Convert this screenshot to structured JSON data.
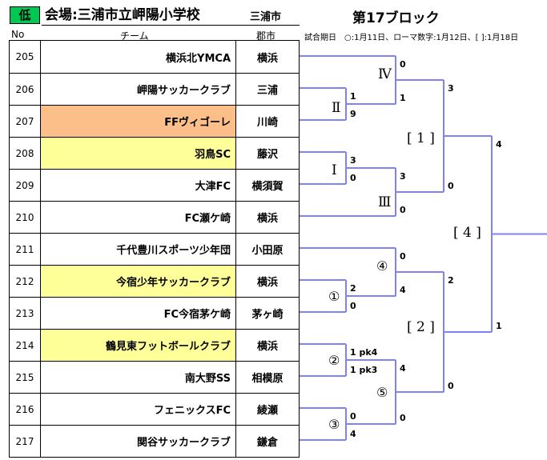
{
  "header": {
    "badge": "低",
    "venue": "会場:三浦市立岬陽小学校",
    "city": "三浦市",
    "block": "第17ブロック"
  },
  "columns": {
    "no": "No",
    "team": "チーム",
    "city": "郡市"
  },
  "legend": "試合期日　○:1月11日、ローマ数字:1月12日、[ ]:1月18日",
  "colors": {
    "line": "#8080ff",
    "orange": "#fcbf8a",
    "yellow": "#ffff99",
    "badge": "#00c853"
  },
  "teams": [
    {
      "no": "205",
      "name": "横浜北YMCA",
      "city": "横浜",
      "color": "#ffffff"
    },
    {
      "no": "206",
      "name": "岬陽サッカークラブ",
      "city": "三浦",
      "color": "#ffffff"
    },
    {
      "no": "207",
      "name": "FFヴィゴーレ",
      "city": "川崎",
      "color": "#fcbf8a"
    },
    {
      "no": "208",
      "name": "羽鳥SC",
      "city": "藤沢",
      "color": "#ffff99"
    },
    {
      "no": "209",
      "name": "大津FC",
      "city": "横須賀",
      "color": "#ffffff"
    },
    {
      "no": "210",
      "name": "FC瀬ケ崎",
      "city": "横浜",
      "color": "#ffffff"
    },
    {
      "no": "211",
      "name": "千代豊川スポーツ少年団",
      "city": "小田原",
      "color": "#ffffff"
    },
    {
      "no": "212",
      "name": "今宿少年サッカークラブ",
      "city": "横浜",
      "color": "#ffff99"
    },
    {
      "no": "213",
      "name": "FC今宿茅ケ崎",
      "city": "茅ヶ崎",
      "color": "#ffffff"
    },
    {
      "no": "214",
      "name": "鶴見東フットボールクラブ",
      "city": "横浜",
      "color": "#ffff99"
    },
    {
      "no": "215",
      "name": "南大野SS",
      "city": "相模原",
      "color": "#ffffff"
    },
    {
      "no": "216",
      "name": "フェニックスFC",
      "city": "綾瀬",
      "color": "#ffffff"
    },
    {
      "no": "217",
      "name": "関谷サッカークラブ",
      "city": "鎌倉",
      "color": "#ffffff"
    }
  ],
  "matches": {
    "r1": {
      "label": "Ⅰ",
      "top": "3",
      "bottom": "0"
    },
    "r2": {
      "label": "Ⅱ",
      "top": "1",
      "bottom": "9"
    },
    "r3": {
      "label": "Ⅲ",
      "top": "3",
      "bottom": "0"
    },
    "r4": {
      "label": "Ⅳ",
      "top": "0",
      "bottom": "1"
    },
    "c1": {
      "label": "①",
      "top": "2",
      "bottom": "0"
    },
    "c2": {
      "label": "②",
      "top": "1 pk4",
      "bottom": "1 pk3"
    },
    "c3": {
      "label": "③",
      "top": "0",
      "bottom": "4"
    },
    "c4": {
      "label": "④",
      "top": "0",
      "bottom": "4"
    },
    "c5": {
      "label": "⑤",
      "top": "4",
      "bottom": "0"
    },
    "b1": {
      "label": "[ 1 ]",
      "top": "3",
      "bottom": "0"
    },
    "b2": {
      "label": "[ 2 ]",
      "top": "2",
      "bottom": "0"
    },
    "b4": {
      "label": "[ 4 ]",
      "top": "4",
      "bottom": "1"
    }
  }
}
